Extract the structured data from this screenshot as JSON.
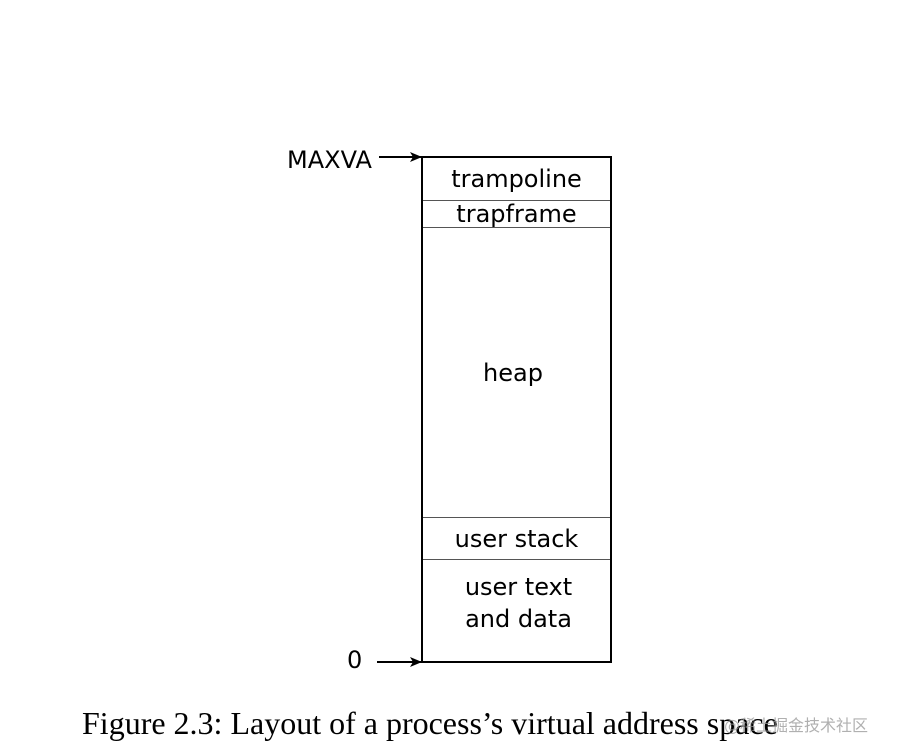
{
  "diagram": {
    "top_label": "MAXVA",
    "bottom_label": "0",
    "segments": [
      {
        "label": "trampoline"
      },
      {
        "label": "trapframe"
      },
      {
        "label": "heap"
      },
      {
        "label": "user stack"
      },
      {
        "label_line1": "user text",
        "label_line2": "and data"
      }
    ]
  },
  "caption": "Figure 2.3: Layout of a process’s virtual address space",
  "watermark": "@稀土掘金技术社区"
}
